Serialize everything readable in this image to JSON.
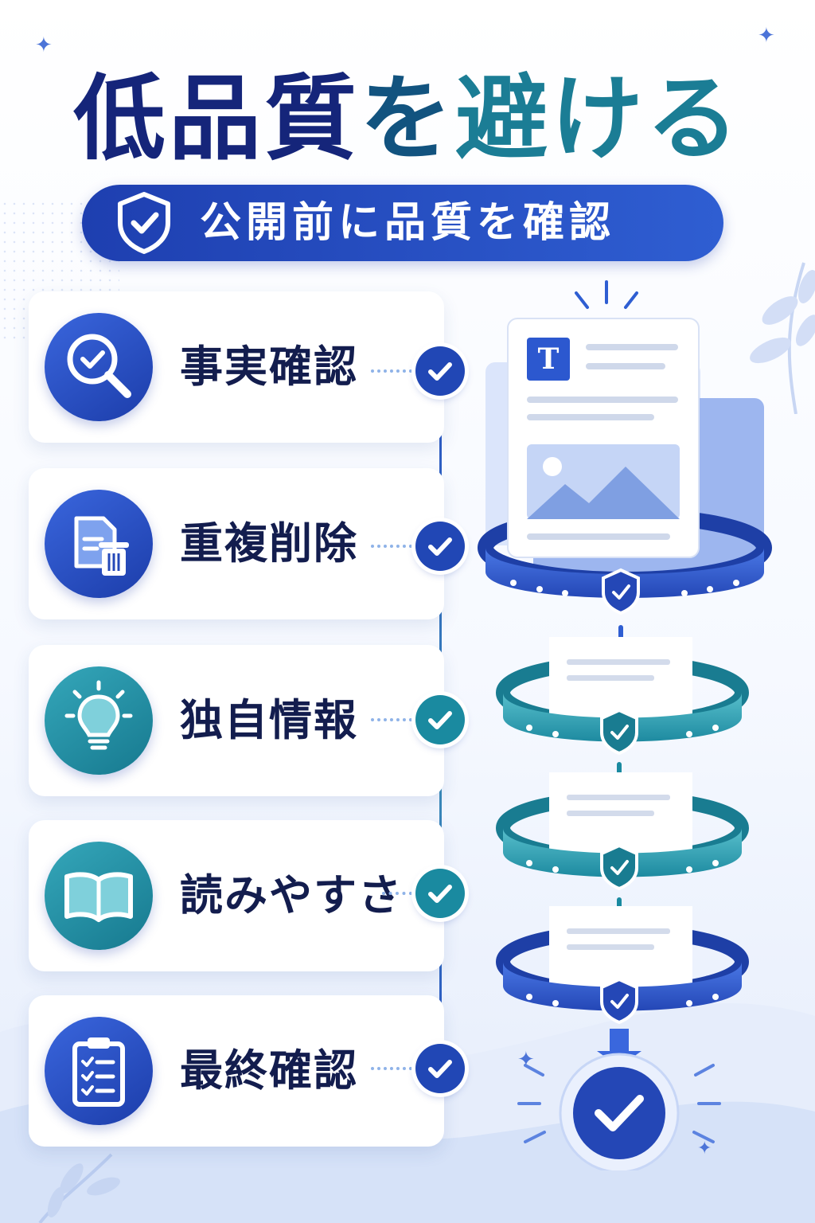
{
  "title": {
    "part1": "低品質",
    "part2": "を",
    "part3": "避ける"
  },
  "banner": {
    "icon": "shield-check-icon",
    "label": "公開前に品質を確認"
  },
  "steps": [
    {
      "label": "事実確認",
      "icon": "magnifier-check-icon",
      "color": "#2448b8"
    },
    {
      "label": "重複削除",
      "icon": "document-trash-icon",
      "color": "#2448b8"
    },
    {
      "label": "独自情報",
      "icon": "lightbulb-icon",
      "color": "#1a8aa0"
    },
    {
      "label": "読みやすさ",
      "icon": "open-book-icon",
      "color": "#1a8aa0"
    },
    {
      "label": "最終確認",
      "icon": "clipboard-checklist-icon",
      "color": "#2448b8"
    }
  ],
  "illustration": {
    "document_icon_letter": "T",
    "filter_rings": 4,
    "final_icon": "success-check-icon"
  },
  "colors": {
    "navy": "#15257a",
    "blue": "#2448b8",
    "teal": "#1a8aa0",
    "text": "#131d4e"
  }
}
